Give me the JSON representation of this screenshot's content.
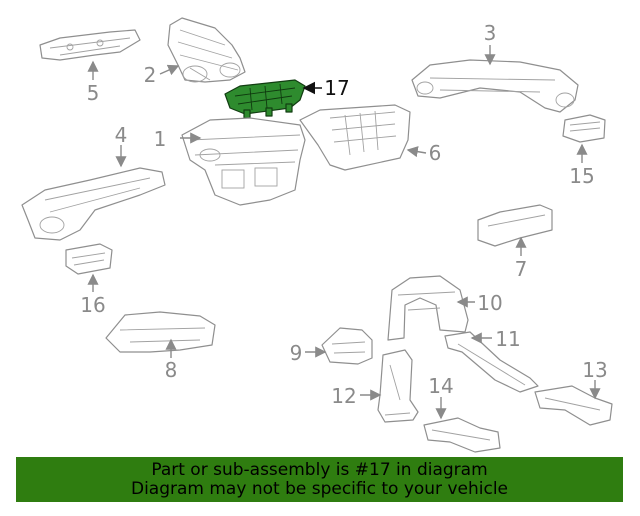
{
  "diagram": {
    "highlighted_part": "17",
    "highlight_color": "#2e8b2e",
    "callouts": [
      "1",
      "2",
      "3",
      "4",
      "5",
      "6",
      "7",
      "8",
      "9",
      "10",
      "11",
      "12",
      "13",
      "14",
      "15",
      "16",
      "17"
    ]
  },
  "banner": {
    "line1": "Part or sub-assembly is #17 in diagram",
    "line2": "Diagram may not be specific to your vehicle",
    "background": "#2f7d10"
  }
}
